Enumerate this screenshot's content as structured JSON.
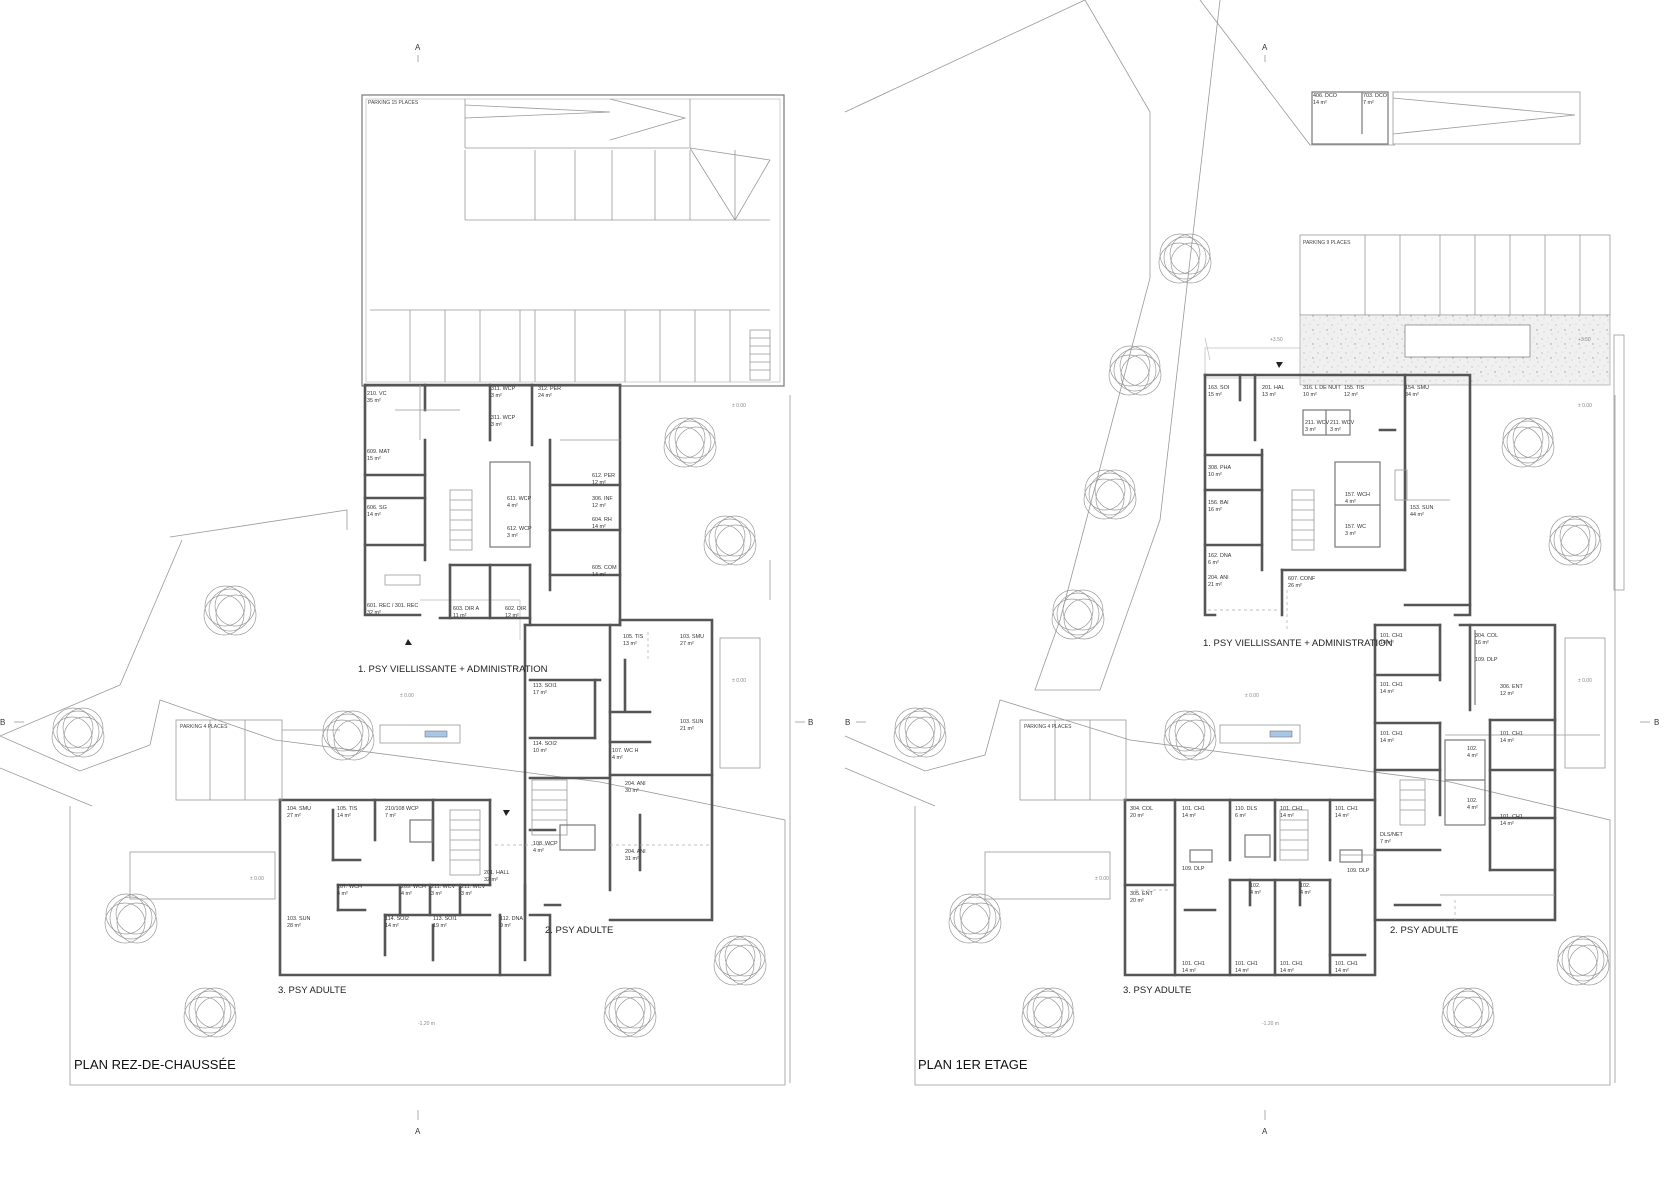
{
  "plans": [
    {
      "title": "PLAN REZ-DE-CHAUSSÉE",
      "zones": [
        "1. PSY VIELLISSANTE + ADMINISTRATION",
        "2. PSY ADULTE",
        "3. PSY ADULTE"
      ],
      "parking": [
        "PARKING 15 PLACES",
        "PARKING 4 PLACES"
      ],
      "levels": [
        "± 0.00",
        "± 0.00",
        "± 0.00",
        "± 0.00",
        "-1.20 m"
      ],
      "section_markers": [
        "A",
        "A",
        "B",
        "B"
      ],
      "rooms": [
        {
          "code": "210. VC",
          "area": "35 m²"
        },
        {
          "code": "311. WCP",
          "area": "3 m²"
        },
        {
          "code": "311. WCP",
          "area": "3 m²"
        },
        {
          "code": "312. PER",
          "area": "24 m²"
        },
        {
          "code": "609. MAT",
          "area": "15 m²"
        },
        {
          "code": "606. SG",
          "area": "14 m²"
        },
        {
          "code": "611. WCP",
          "area": "4 m²"
        },
        {
          "code": "612. WCP",
          "area": "3 m²"
        },
        {
          "code": "612. PER",
          "area": "12 m²"
        },
        {
          "code": "306. INF",
          "area": "12 m²"
        },
        {
          "code": "604. RH",
          "area": "14 m²"
        },
        {
          "code": "605. COM",
          "area": "14 m²"
        },
        {
          "code": "601. REC / 301. REC",
          "area": "32 m²"
        },
        {
          "code": "603. DIR A",
          "area": "11 m²"
        },
        {
          "code": "602. DIR",
          "area": "12 m²"
        },
        {
          "code": "105. TIS",
          "area": "13 m²"
        },
        {
          "code": "103. SMU",
          "area": "27 m²"
        },
        {
          "code": "113. SOI1",
          "area": "17 m²"
        },
        {
          "code": "103. SUN",
          "area": "21 m²"
        },
        {
          "code": "114. SOI2",
          "area": "10 m²"
        },
        {
          "code": "107. WC H",
          "area": "4 m²"
        },
        {
          "code": "204. ANI",
          "area": "30 m²"
        },
        {
          "code": "108. WCP",
          "area": "4 m²"
        },
        {
          "code": "204. ANI",
          "area": "31 m²"
        },
        {
          "code": "104. SMU",
          "area": "27 m²"
        },
        {
          "code": "105. TIS",
          "area": "14 m²"
        },
        {
          "code": "210/108 WCP",
          "area": "7 m²"
        },
        {
          "code": "201. HALL",
          "area": "32 m²"
        },
        {
          "code": "107. WCH",
          "area": "4 m²"
        },
        {
          "code": "209. WCH",
          "area": "4 m²"
        },
        {
          "code": "211. WCV",
          "area": "3 m²"
        },
        {
          "code": "211. WCV",
          "area": "3 m²"
        },
        {
          "code": "103. SUN",
          "area": "28 m²"
        },
        {
          "code": "114. SOI2",
          "area": "14 m²"
        },
        {
          "code": "113. SOI1",
          "area": "19 m²"
        },
        {
          "code": "112. DNA",
          "area": "9 m²"
        }
      ]
    },
    {
      "title": "PLAN 1ER ETAGE",
      "zones": [
        "1. PSY VIELLISSANTE + ADMINISTRATION",
        "2. PSY ADULTE",
        "3. PSY ADULTE"
      ],
      "parking": [
        "PARKING 9 PLACES",
        "PARKING 4 PLACES"
      ],
      "levels": [
        "+3.50",
        "+3.50",
        "± 0.00",
        "± 0.00",
        "± 0.00",
        "± 0.00",
        "-1.20 m"
      ],
      "section_markers": [
        "A",
        "A",
        "B",
        "B"
      ],
      "rooms": [
        {
          "code": "406. DCO",
          "area": "14 m²"
        },
        {
          "code": "703. DCO",
          "area": "7 m²"
        },
        {
          "code": "163. SOI",
          "area": "15 m²"
        },
        {
          "code": "201. HAL",
          "area": "13 m²"
        },
        {
          "code": "316. L DE NUIT",
          "area": "10 m²"
        },
        {
          "code": "155. TIS",
          "area": "12 m²"
        },
        {
          "code": "154. SMU",
          "area": "34 m²"
        },
        {
          "code": "211. WCV",
          "area": "3 m²"
        },
        {
          "code": "211. WCV",
          "area": "3 m²"
        },
        {
          "code": "308. PHA",
          "area": "10 m²"
        },
        {
          "code": "157. WCH",
          "area": "4 m²"
        },
        {
          "code": "156. BAI",
          "area": "16 m²"
        },
        {
          "code": "153. SUN",
          "area": "44 m²"
        },
        {
          "code": "157. WC",
          "area": "3 m²"
        },
        {
          "code": "162. DNA",
          "area": "6 m²"
        },
        {
          "code": "204. ANI",
          "area": "21 m²"
        },
        {
          "code": "607. CONF",
          "area": "26 m²"
        },
        {
          "code": "101. CH1",
          "area": "14 m²"
        },
        {
          "code": "304. COL",
          "area": "16 m²"
        },
        {
          "code": "109. DLP",
          "area": ""
        },
        {
          "code": "101. CH1",
          "area": "14 m²"
        },
        {
          "code": "306. ENT",
          "area": "12 m²"
        },
        {
          "code": "101. CH1",
          "area": "14 m²"
        },
        {
          "code": "101. CH1",
          "area": "14 m²"
        },
        {
          "code": "102.",
          "area": "4 m²"
        },
        {
          "code": "102.",
          "area": "4 m²"
        },
        {
          "code": "101. CH1",
          "area": "14 m²"
        },
        {
          "code": "304. COL",
          "area": "20 m²"
        },
        {
          "code": "101. CH1",
          "area": "14 m²"
        },
        {
          "code": "110. DLS",
          "area": "6 m²"
        },
        {
          "code": "101. CH1",
          "area": "14 m²"
        },
        {
          "code": "101. CH1",
          "area": "14 m²"
        },
        {
          "code": "109. DLP",
          "area": ""
        },
        {
          "code": "109. DLP",
          "area": ""
        },
        {
          "code": "DLS/NET",
          "area": "7 m²"
        },
        {
          "code": "305. ENT",
          "area": "20 m²"
        },
        {
          "code": "102.",
          "area": "4 m²"
        },
        {
          "code": "102.",
          "area": "4 m²"
        },
        {
          "code": "101. CH1",
          "area": "14 m²"
        },
        {
          "code": "101. CH1",
          "area": "14 m²"
        },
        {
          "code": "101. CH1",
          "area": "14 m²"
        },
        {
          "code": "101. CH1",
          "area": "14 m²"
        }
      ]
    }
  ]
}
